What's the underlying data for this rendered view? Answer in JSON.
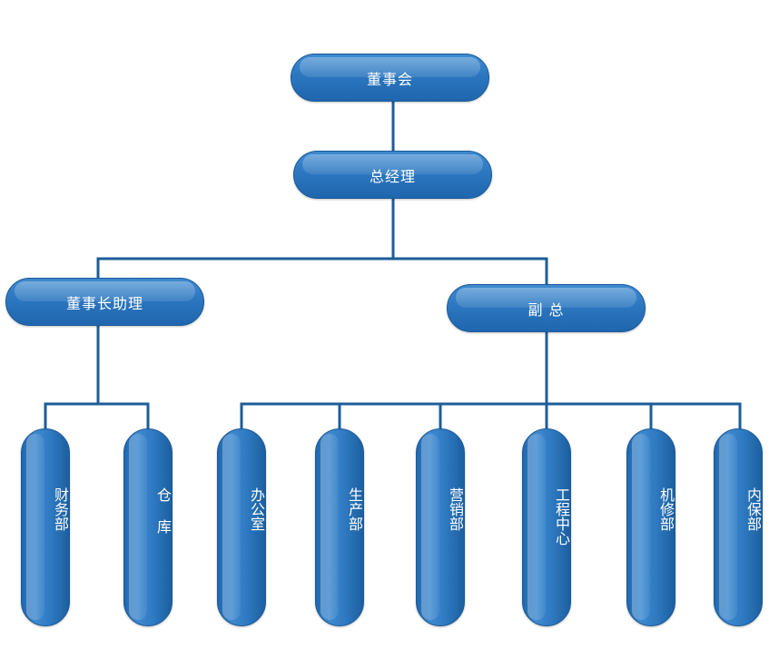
{
  "colors": {
    "node_fill": "#2c77c0",
    "node_border": "#1b5a99",
    "connector": "#1d5d99",
    "text": "#ffffff"
  },
  "org_chart": {
    "root": {
      "label": "董事会"
    },
    "general_manager": {
      "label": "总经理"
    },
    "branches": [
      {
        "label": "董事长助理",
        "departments": [
          {
            "label": "财务部"
          },
          {
            "label": "仓 库"
          }
        ]
      },
      {
        "label": "副 总",
        "departments": [
          {
            "label": "办公室"
          },
          {
            "label": "生产部"
          },
          {
            "label": "营销部"
          },
          {
            "label": "工程中心"
          },
          {
            "label": "机修部"
          },
          {
            "label": "内保部"
          }
        ]
      }
    ]
  }
}
